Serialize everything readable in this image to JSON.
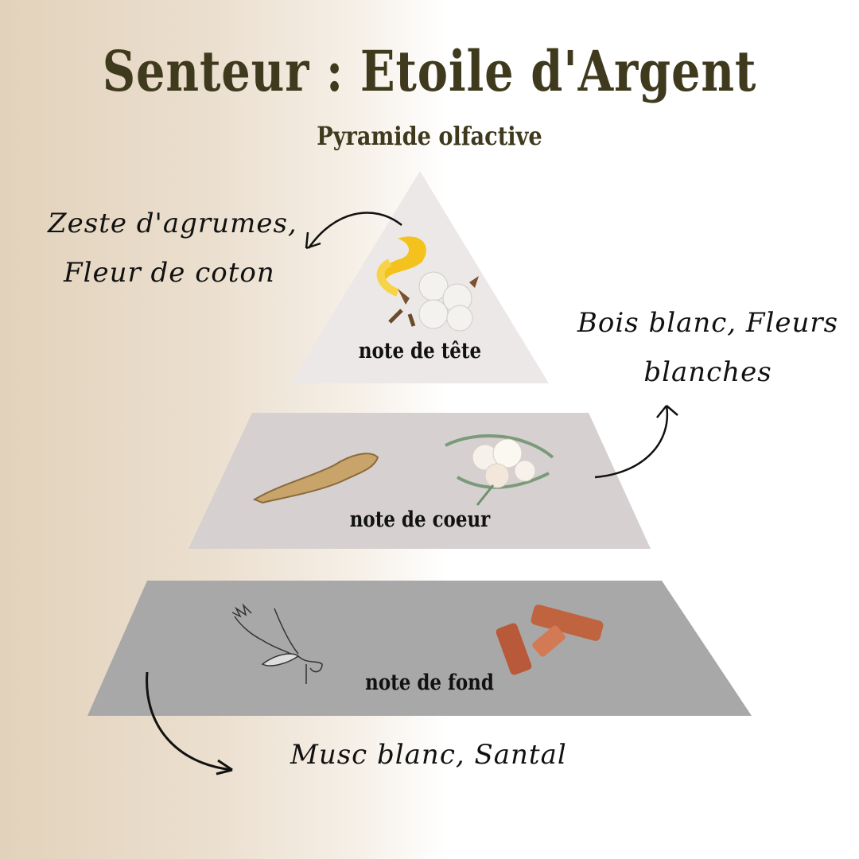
{
  "title": "Senteur : Etoile d'Argent",
  "subtitle": "Pyramide olfactive",
  "tiers": [
    {
      "label": "note de tête",
      "description_lines": [
        "Zeste d'agrumes,",
        "Fleur de coton"
      ],
      "color": "#ede8e8"
    },
    {
      "label": "note de coeur",
      "description_lines": [
        "Bois blanc, Fleurs",
        "blanches"
      ],
      "color": "#d6d0d0"
    },
    {
      "label": "note de fond",
      "description_lines": [
        "Musc blanc, Santal"
      ],
      "color": "#a8a8a8"
    }
  ],
  "colors": {
    "title": "#3f3a1d",
    "background_left": "#e2d2bb",
    "background_right": "#ffffff"
  }
}
